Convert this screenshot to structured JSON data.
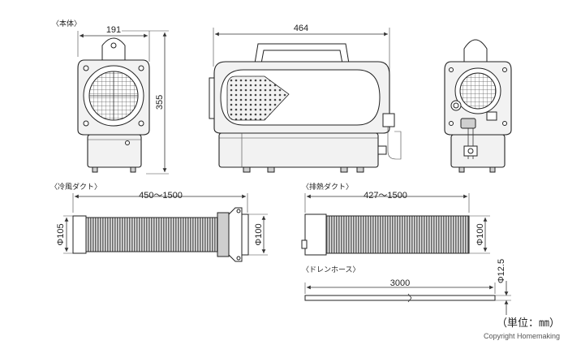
{
  "labels": {
    "main_unit": "〈本体〉",
    "cool_duct": "〈冷風ダクト〉",
    "exhaust_duct": "〈排熱ダクト〉",
    "drain_hose": "〈ドレンホース〉"
  },
  "dimensions": {
    "front_width": "191",
    "height": "355",
    "side_width": "464",
    "cool_duct_length": "450～1500",
    "cool_duct_dia_left": "Φ105",
    "cool_duct_dia_right": "Φ100",
    "exhaust_duct_length": "427～1500",
    "exhaust_duct_dia": "Φ100",
    "drain_hose_length": "3000",
    "drain_hose_dia": "Φ12.5"
  },
  "unit_note": "（単位：㎜）",
  "copyright": "Copyright Homemaking"
}
